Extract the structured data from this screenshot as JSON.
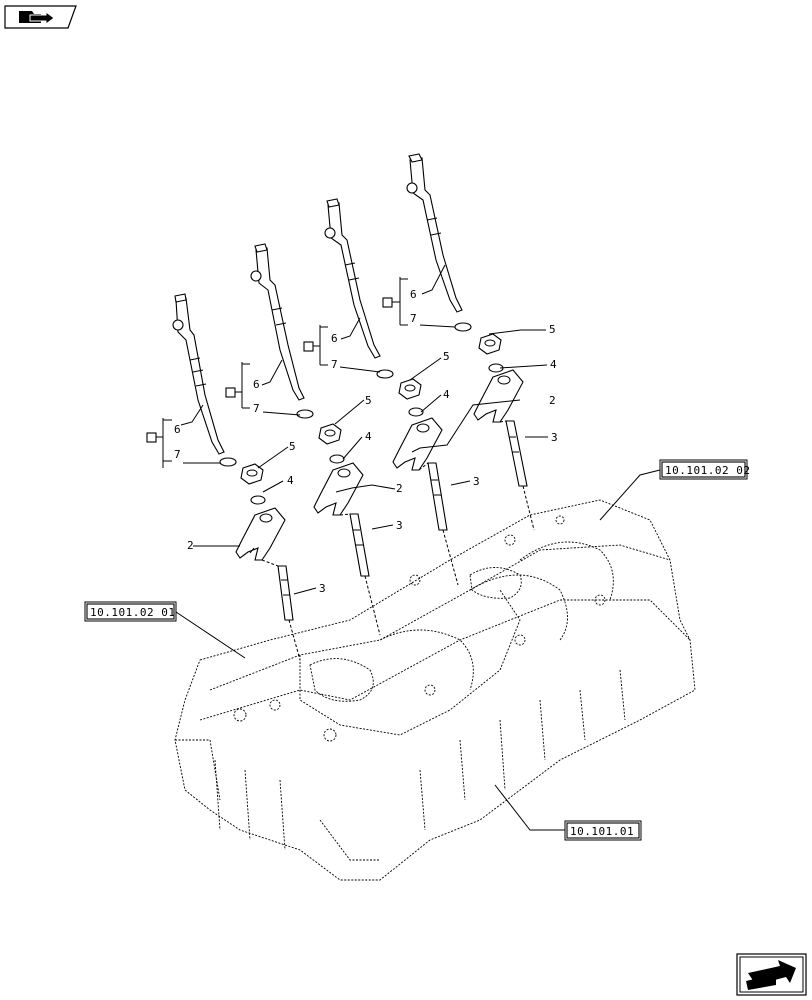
{
  "nav": {
    "top_icon": "book-arrow-icon",
    "bottom_icon": "next-page-arrow-icon"
  },
  "callouts": {
    "n2": "2",
    "n3": "3",
    "n4": "4",
    "n5": "5",
    "n6": "6",
    "n7": "7"
  },
  "references": {
    "left": "10.101.02 01",
    "right": "10.101.02 02",
    "bottom": "10.101.01"
  }
}
